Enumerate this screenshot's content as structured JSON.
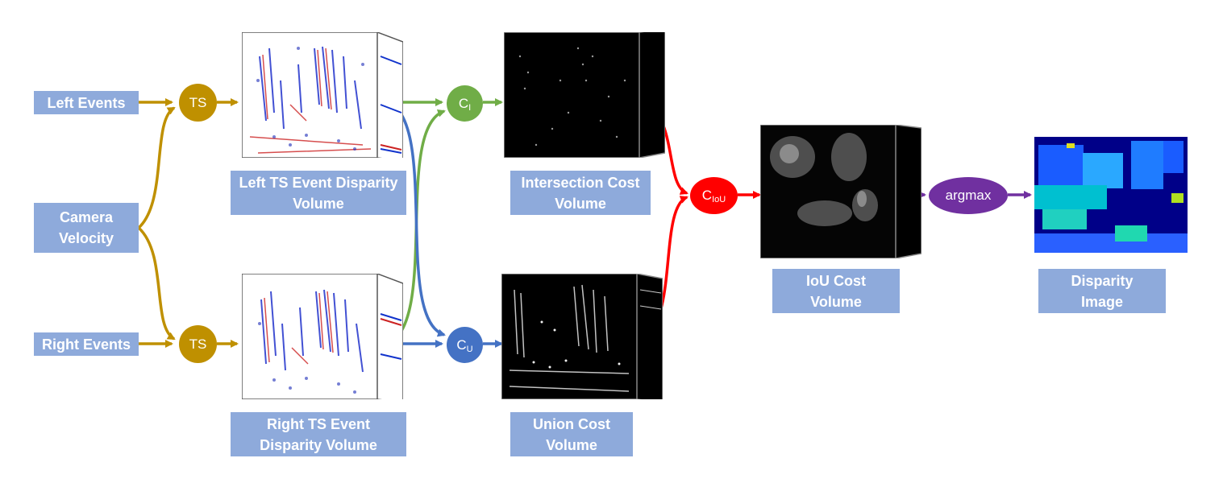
{
  "colors": {
    "label_fill": "#8eaadb",
    "ts": "#bf9000",
    "intersection": "#70ad47",
    "union": "#4472c4",
    "iou": "#ff0000",
    "argmax": "#7030a0"
  },
  "inputs": {
    "left_events": "Left Events",
    "camera_velocity": "Camera\nVelocity",
    "right_events": "Right Events"
  },
  "nodes": {
    "ts_left": "TS",
    "ts_right": "TS",
    "c_i_main": "C",
    "c_i_sub": "I",
    "c_u_main": "C",
    "c_u_sub": "U",
    "c_iou_main": "C",
    "c_iou_sub": "IoU",
    "argmax": "argmax"
  },
  "volumes": {
    "left_ts": "Left TS Event Disparity\nVolume",
    "right_ts": "Right TS Event\nDisparity Volume",
    "intersection": "Intersection Cost\nVolume",
    "union": "Union Cost\nVolume",
    "iou": "IoU Cost\nVolume",
    "disparity": "Disparity\nImage"
  },
  "icons": {
    "left_ts_cube": "event-volume-cube-icon",
    "right_ts_cube": "event-volume-cube-icon",
    "intersection_cube": "cost-volume-cube-icon",
    "union_cube": "cost-volume-cube-icon",
    "iou_cube": "cost-volume-cube-icon",
    "disparity_image": "disparity-map-image-icon"
  }
}
